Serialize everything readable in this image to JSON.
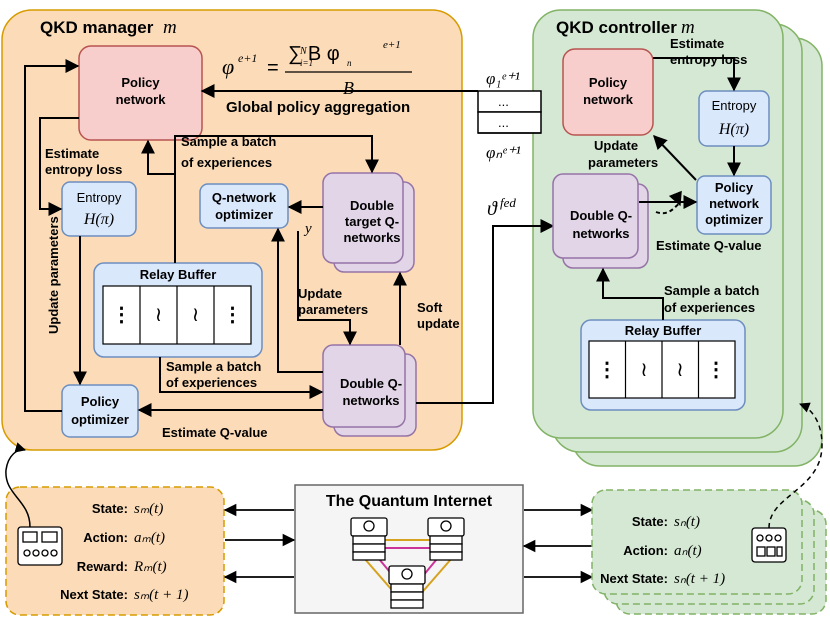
{
  "manager": {
    "title": "QKD manager",
    "title_var": "m",
    "policy_network": [
      "Policy",
      "network"
    ],
    "formula": {
      "lhs": "φ",
      "lhs_sup": "e+1",
      "equals": "=",
      "numerator": "∑ B φ",
      "sum_top": "N",
      "sum_bottom": "i=1",
      "sub_n": "n",
      "sup": "e+1",
      "denominator": "B"
    },
    "global_policy_aggregation": "Global policy aggregation",
    "estimate_entropy_loss": [
      "Estimate",
      "entropy loss"
    ],
    "entropy_box": {
      "label": "Entropy",
      "value": "H(π)"
    },
    "update_parameters_vertical": "Update parameters",
    "sample_batch_top": [
      "Sample a batch",
      "of experiences"
    ],
    "qnet_optimizer": [
      "Q-network",
      "optimizer"
    ],
    "y_label": "y",
    "double_target": [
      "Double",
      "target Q-",
      "networks"
    ],
    "relay_buffer": "Relay Buffer",
    "buffer_cells": [
      "⋮",
      "≀",
      "≀",
      "⋮"
    ],
    "update_parameters_mid": [
      "Update",
      "parameters"
    ],
    "soft_update": [
      "Soft",
      "update"
    ],
    "sample_batch_bottom": [
      "Sample a batch",
      "of experiences"
    ],
    "double_q": [
      "Double Q-",
      "networks"
    ],
    "policy_optimizer": [
      "Policy",
      "optimizer"
    ],
    "estimate_q_value": "Estimate Q-value"
  },
  "middle": {
    "phi_1": "φ₁ᵉ⁺¹",
    "dots_1": "...",
    "dots_2": "...",
    "phi_n": "φₙᵉ⁺¹",
    "theta_fed": "ϑ",
    "theta_sup": "fed"
  },
  "controller": {
    "title": "QKD controller",
    "title_var": "m",
    "policy_network": [
      "Policy",
      "network"
    ],
    "estimate_entropy_loss": [
      "Estimate",
      "entropy loss"
    ],
    "entropy_box": {
      "label": "Entropy",
      "value": "H(π)"
    },
    "update_parameters": [
      "Update",
      "parameters"
    ],
    "policy_network_optimizer": [
      "Policy",
      "network",
      "optimizer"
    ],
    "double_q": [
      "Double Q-",
      "networks"
    ],
    "estimate_q_value": "Estimate Q-value",
    "sample_batch": [
      "Sample a batch",
      "of experiences"
    ],
    "relay_buffer": "Relay Buffer",
    "buffer_cells": [
      "⋮",
      "≀",
      "≀",
      "⋮"
    ]
  },
  "left_env": {
    "rows": [
      {
        "label": "State:",
        "value": "sₘ(t)"
      },
      {
        "label": "Action:",
        "value": "aₘ(t)"
      },
      {
        "label": "Reward:",
        "value": "Rₘ(t)"
      },
      {
        "label": "Next State:",
        "value": "sₘ(t + 1)"
      }
    ]
  },
  "quantum_internet": {
    "title": "The Quantum Internet"
  },
  "right_env": {
    "rows": [
      {
        "label": "State:",
        "value": "sₙ(t)"
      },
      {
        "label": "Action:",
        "value": "aₙ(t)"
      },
      {
        "label": "Next State:",
        "value": "sₙ(t + 1)"
      }
    ]
  },
  "colors": {
    "manager_fill": "#fcdcb8",
    "manager_stroke": "#d79b00",
    "controller_fill": "#d5e8d4",
    "controller_stroke": "#82b366",
    "policy_fill": "#f8cecc",
    "policy_stroke": "#b85450",
    "blue_fill": "#dae8fc",
    "blue_stroke": "#6c8ebf",
    "purple_fill": "#e1d5e7",
    "purple_stroke": "#9673a6",
    "link_magenta": "#cc3399",
    "link_gold": "#d6a21e"
  }
}
